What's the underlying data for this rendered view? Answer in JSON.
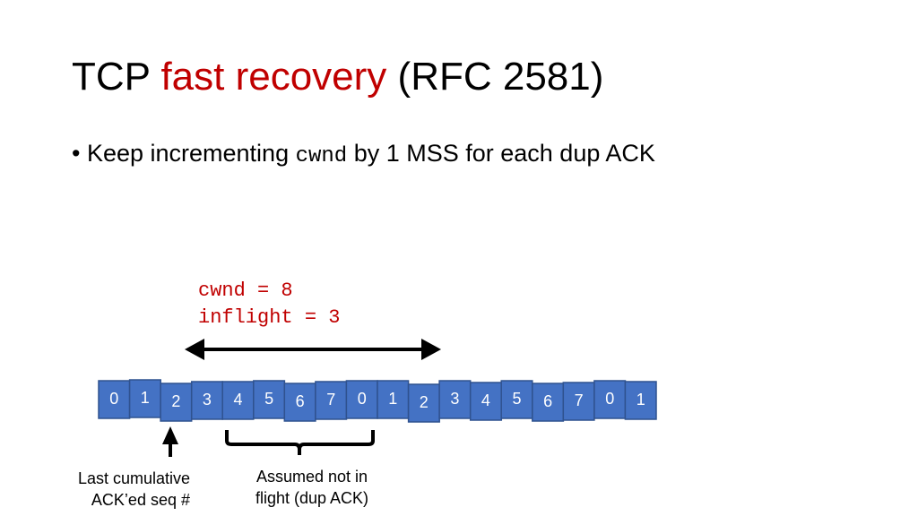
{
  "title": {
    "prefix": "TCP ",
    "accent": "fast recovery",
    "suffix": " (RFC 2581)"
  },
  "bullet": {
    "marker": "•",
    "text_before": " Keep incrementing ",
    "code": "cwnd",
    "text_after": " by 1 MSS for each dup ACK"
  },
  "labels": {
    "cwnd": "cwnd = 8",
    "inflight": "inflight = 3"
  },
  "sequence": [
    "0",
    "1",
    "2",
    "3",
    "4",
    "5",
    "6",
    "7",
    "0",
    "1",
    "2",
    "3",
    "4",
    "5",
    "6",
    "7",
    "0",
    "1"
  ],
  "captions": {
    "last_ack_line1": "Last cumulative",
    "last_ack_line2": "ACK’ed seq #",
    "assumed_line1": "Assumed not in",
    "assumed_line2": "flight (dup ACK)"
  },
  "colors": {
    "accent": "#c00000",
    "packet_fill": "#4472c4",
    "packet_stroke": "#2f528f"
  }
}
